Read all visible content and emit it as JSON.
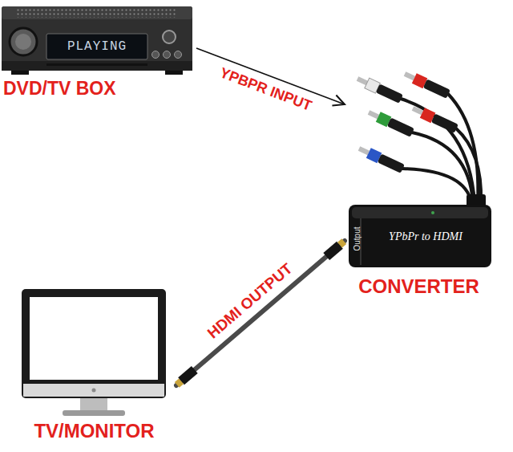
{
  "diagram": {
    "nodes": [
      {
        "text": [
          "PLAYING",
          "DVD/TV BOX"
        ]
      },
      {
        "text": [
          "Output",
          "YPbPr to HDMI",
          "CONVERTER"
        ]
      },
      {
        "text": [
          "TV/MONITOR"
        ]
      }
    ],
    "edges": [
      {
        "from": 0,
        "to": 1,
        "arrow": "to",
        "label": "YPBPR INPUT"
      },
      {
        "from": 1,
        "to": 2,
        "arrow": "none",
        "label": "HDMI OUTPUT"
      }
    ]
  }
}
